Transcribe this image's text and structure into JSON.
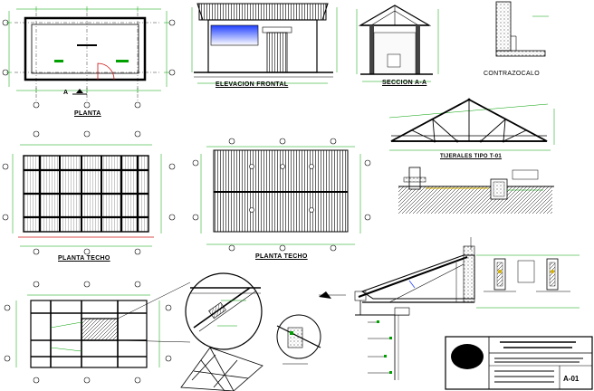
{
  "labels": {
    "planta": "PLANTA",
    "elevacion": "ELEVACION FRONTAL",
    "seccion": "SECCION A-A",
    "contrazocalo": "CONTRAZOCALO",
    "tijerales": "TIJERALES TIPO T-01",
    "planta_techo_1": "PLANTA TECHO",
    "planta_techo_2": "PLANTA TECHO",
    "section_mark": "A",
    "sheet_number": "A-01"
  },
  "colors": {
    "line": "#000000",
    "dim": "#00a000",
    "axis": "#d01010",
    "accent": "#d4b000",
    "hatch": "#606060",
    "sky_top": "#2040ff",
    "sky_bottom": "#ffffff"
  }
}
